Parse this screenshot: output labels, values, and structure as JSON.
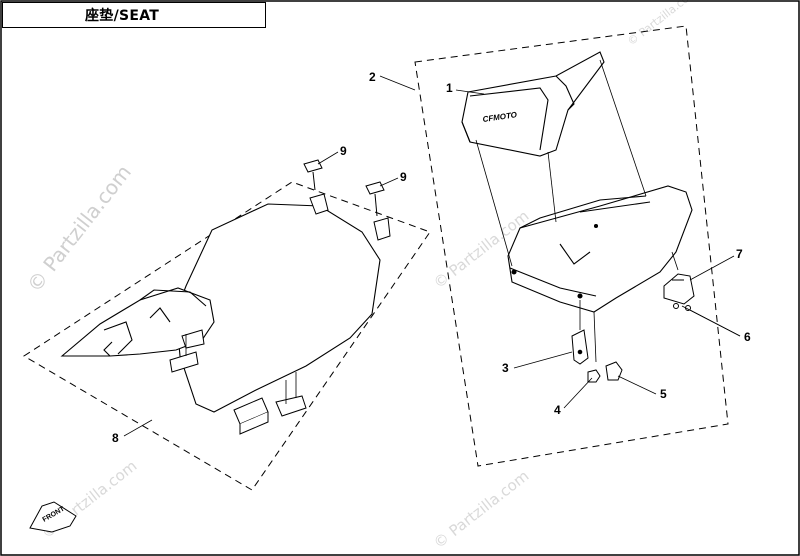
{
  "title": "座垫/SEAT",
  "watermarks": {
    "main": "© Partzilla.com",
    "small_1": "© Partzilla.com",
    "small_2": "© Partzilla.com",
    "small_3": "© Partzilla.com",
    "small_4": "© Partzilla.com"
  },
  "parts": {
    "p1": "1",
    "p2": "2",
    "p3": "3",
    "p4": "4",
    "p5": "5",
    "p6": "6",
    "p7": "7",
    "p8": "8",
    "p9a": "9",
    "p9b": "9"
  },
  "logo_text": "CFMOTO",
  "front_tag": "FRONT",
  "colors": {
    "line": "#000000",
    "dash": "#000000",
    "watermark": "#d6d6d6",
    "shade": "#cfcfcf"
  }
}
